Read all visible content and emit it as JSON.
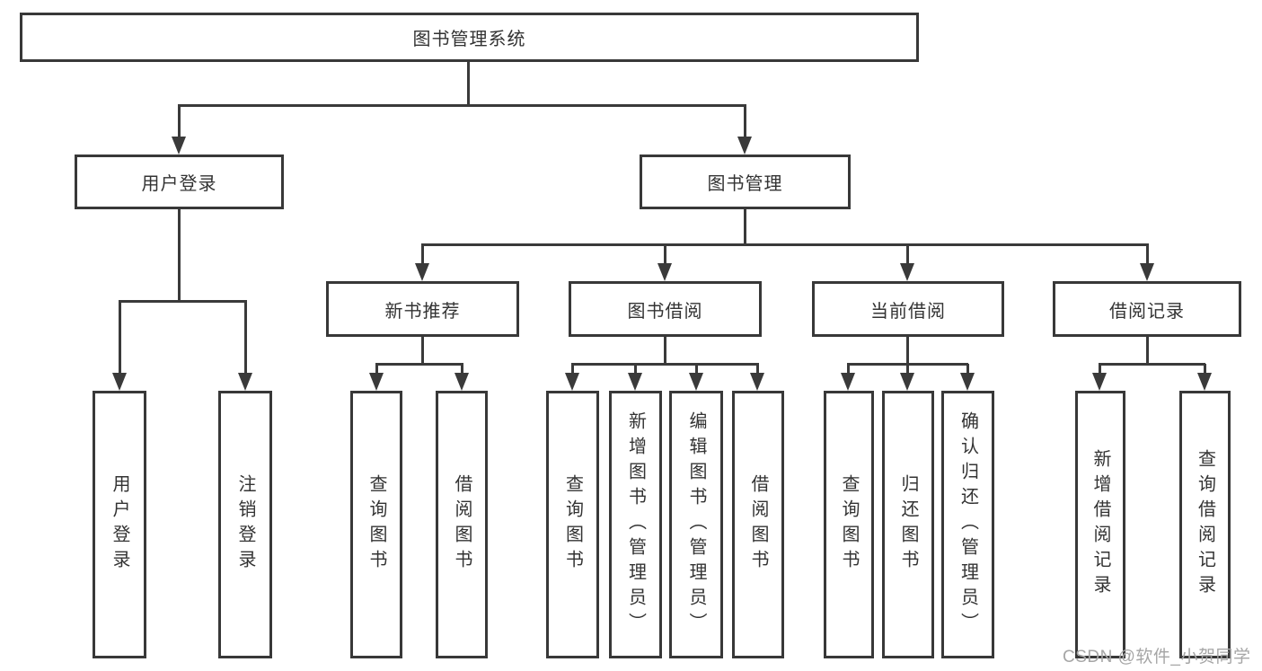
{
  "diagram": {
    "root": {
      "label": "图书管理系统"
    },
    "level2": [
      {
        "label": "用户登录"
      },
      {
        "label": "图书管理"
      }
    ],
    "level3": [
      {
        "label": "新书推荐",
        "parent": "图书管理"
      },
      {
        "label": "图书借阅",
        "parent": "图书管理"
      },
      {
        "label": "当前借阅",
        "parent": "图书管理"
      },
      {
        "label": "借阅记录",
        "parent": "图书管理"
      }
    ],
    "leaves": [
      {
        "label": "用户登录",
        "parent": "用户登录"
      },
      {
        "label": "注销登录",
        "parent": "用户登录"
      },
      {
        "label": "查询图书",
        "parent": "新书推荐"
      },
      {
        "label": "借阅图书",
        "parent": "新书推荐"
      },
      {
        "label": "查询图书",
        "parent": "图书借阅"
      },
      {
        "label": "新增图书（管理员）",
        "parent": "图书借阅"
      },
      {
        "label": "编辑图书（管理员）",
        "parent": "图书借阅"
      },
      {
        "label": "借阅图书",
        "parent": "图书借阅"
      },
      {
        "label": "查询图书",
        "parent": "当前借阅"
      },
      {
        "label": "归还图书",
        "parent": "当前借阅"
      },
      {
        "label": "确认归还（管理员）",
        "parent": "当前借阅"
      },
      {
        "label": "新增借阅记录",
        "parent": "借阅记录"
      },
      {
        "label": "查询借阅记录",
        "parent": "借阅记录"
      }
    ]
  },
  "watermark": {
    "text": "CSDN @软件_小贺同学"
  },
  "colors": {
    "line": "#3a3a3a",
    "border": "#383838",
    "text": "#333333",
    "watermark": "#a6a6a6",
    "background": "#ffffff"
  }
}
